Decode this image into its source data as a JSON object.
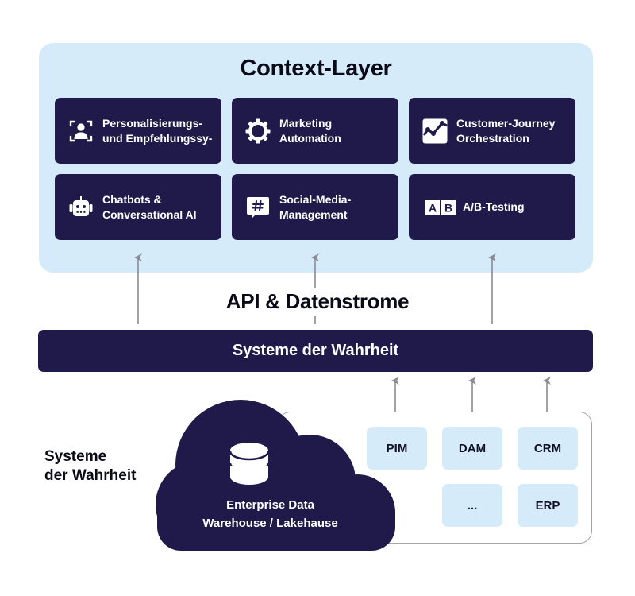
{
  "context_layer": {
    "title": "Context-Layer",
    "cards": [
      {
        "icon": "person-focus-icon",
        "lines": [
          "Personalisierungs-",
          "und Empfehlungssy-"
        ]
      },
      {
        "icon": "gear-icon",
        "lines": [
          "Marketing",
          "Automation"
        ]
      },
      {
        "icon": "line-chart-icon",
        "lines": [
          "Customer-Journey",
          "Orchestration"
        ]
      },
      {
        "icon": "robot-icon",
        "lines": [
          "Chatbots &",
          "Conversational AI"
        ]
      },
      {
        "icon": "hashtag-chat-icon",
        "lines": [
          "Social-Media-",
          "Management"
        ]
      },
      {
        "icon": "ab-test-icon",
        "icon_letters": [
          "A",
          "B"
        ],
        "lines": [
          "A/B-Testing"
        ]
      }
    ]
  },
  "api_label": "API & Datenstrome",
  "truth_bar": {
    "label": "Systeme der Wahrheit"
  },
  "side_label": {
    "lines": [
      "Systeme",
      "der Wahrheit"
    ]
  },
  "warehouse": {
    "icon": "database-icon",
    "lines": [
      "Enterprise Data",
      "Warehouse / Lakehause"
    ]
  },
  "sources": [
    {
      "label": "PIM"
    },
    {
      "label": "DAM"
    },
    {
      "label": "CRM"
    },
    {
      "label": "..."
    },
    {
      "label": "ERP"
    }
  ],
  "colors": {
    "navy": "#1f1a4a",
    "light_blue": "#d6ebfa",
    "arrow_gray": "#8a8a92",
    "text_dark": "#0b0b18"
  }
}
